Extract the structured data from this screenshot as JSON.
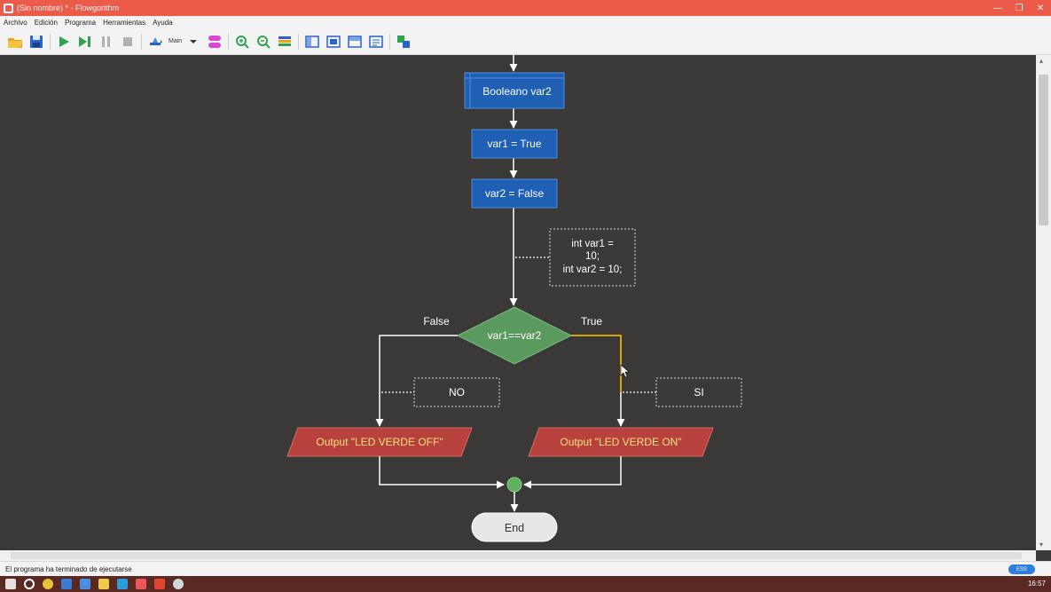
{
  "window": {
    "title": "(Sin nombre) * - Flowgorithm"
  },
  "menu": {
    "items": [
      "Archivo",
      "Edición",
      "Programa",
      "Herramientas",
      "Ayuda"
    ]
  },
  "toolbar": {
    "function_select": "Main"
  },
  "flowchart": {
    "nodes": {
      "declare_var2": "Booleano var2",
      "assign_var1": "var1 = True",
      "assign_var2": "var2 = False",
      "comment_line1": "int var1 =",
      "comment_line2": "10;",
      "comment_line3": "int var2 = 10;",
      "decision": "var1==var2",
      "false_label": "False",
      "true_label": "True",
      "comment_no": "NO",
      "comment_si": "SI",
      "output_false": "Output \"LED VERDE OFF\"",
      "output_true": "Output \"LED VERDE ON\"",
      "end": "End"
    },
    "colors": {
      "background": "#3b3938",
      "process": "#1f5fb4",
      "decision": "#5a9a5e",
      "output": "#b7413c",
      "output_text": "#ffe17a",
      "connector": "#5fb05f",
      "terminal": "#e7e7e7",
      "highlight_path": "#e6b400"
    }
  },
  "status": {
    "message": "El programa ha terminado de ejecutarse",
    "badge": "ESS"
  },
  "taskbar": {
    "time": "16:57"
  }
}
